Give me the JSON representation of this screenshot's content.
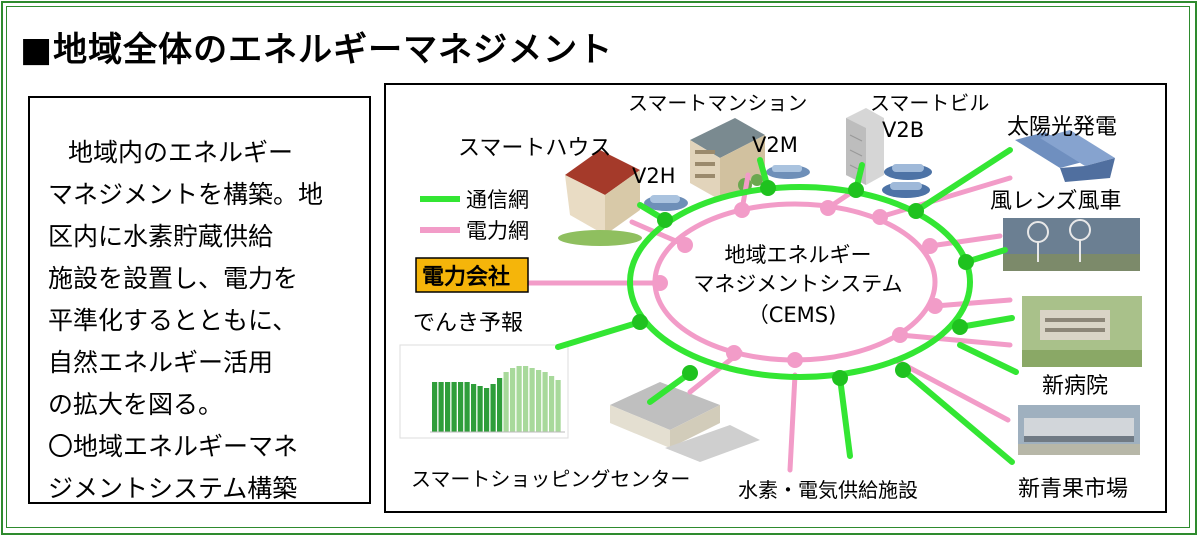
{
  "title": "■地域全体のエネルギーマネジメント",
  "description_lines": [
    "地域内のエネルギー",
    "マネジメントを構築。地",
    "区内に水素貯蔵供給",
    "施設を設置し、電力を",
    "平準化するとともに、",
    "自然エネルギー活用",
    "の拡大を図る。",
    "〇地域エネルギーマネ",
    "ジメントシステム構築"
  ],
  "legend": {
    "comm": "通信網",
    "power": "電力網"
  },
  "center": {
    "line1": "地域エネルギー",
    "line2": "マネジメントシステム",
    "line3": "（CEMS)"
  },
  "nodes": {
    "smart_house": "スマートハウス",
    "v2h": "V2H",
    "smart_mansion": "スマートマンション",
    "v2m": "V2M",
    "smart_bill": "スマートビル",
    "v2b": "V2B",
    "solar": "太陽光発電",
    "wind": "風レンズ風車",
    "power_company": "電力会社",
    "denki_yoho": "でんき予報",
    "new_hospital": "新病院",
    "shopping_center": "スマートショッピングセンター",
    "hydrogen": "水素・電気供給施設",
    "market": "新青果市場"
  },
  "colors": {
    "comm_line": "#33e633",
    "power_line": "#f29cc8",
    "node_dot": "#1fc21f",
    "power_dot": "#f29cc8",
    "power_company_bg": "#f5b50a",
    "frame": "#2e8b2e"
  }
}
